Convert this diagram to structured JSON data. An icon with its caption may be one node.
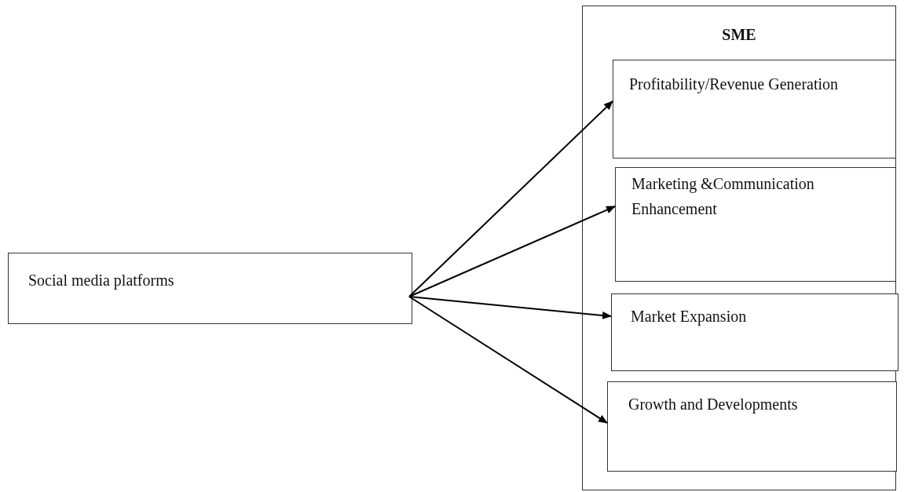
{
  "diagram": {
    "nodes": [
      {
        "text": [
          "Social media platforms"
        ]
      },
      {
        "text": [
          "SME"
        ]
      },
      {
        "text": [
          "Profitability/Revenue Generation"
        ],
        "in": 1
      },
      {
        "text": [
          "Marketing &Communication Enhancement"
        ],
        "in": 1
      },
      {
        "text": [
          "Market Expansion"
        ],
        "in": 1
      },
      {
        "text": [
          "Growth and Developments"
        ],
        "in": 1
      }
    ],
    "edges": [
      {
        "from": 0,
        "to": 2,
        "arrow": "to"
      },
      {
        "from": 0,
        "to": 3,
        "arrow": "to"
      },
      {
        "from": 0,
        "to": 4,
        "arrow": "to"
      },
      {
        "from": 0,
        "to": 5,
        "arrow": "to"
      }
    ]
  }
}
